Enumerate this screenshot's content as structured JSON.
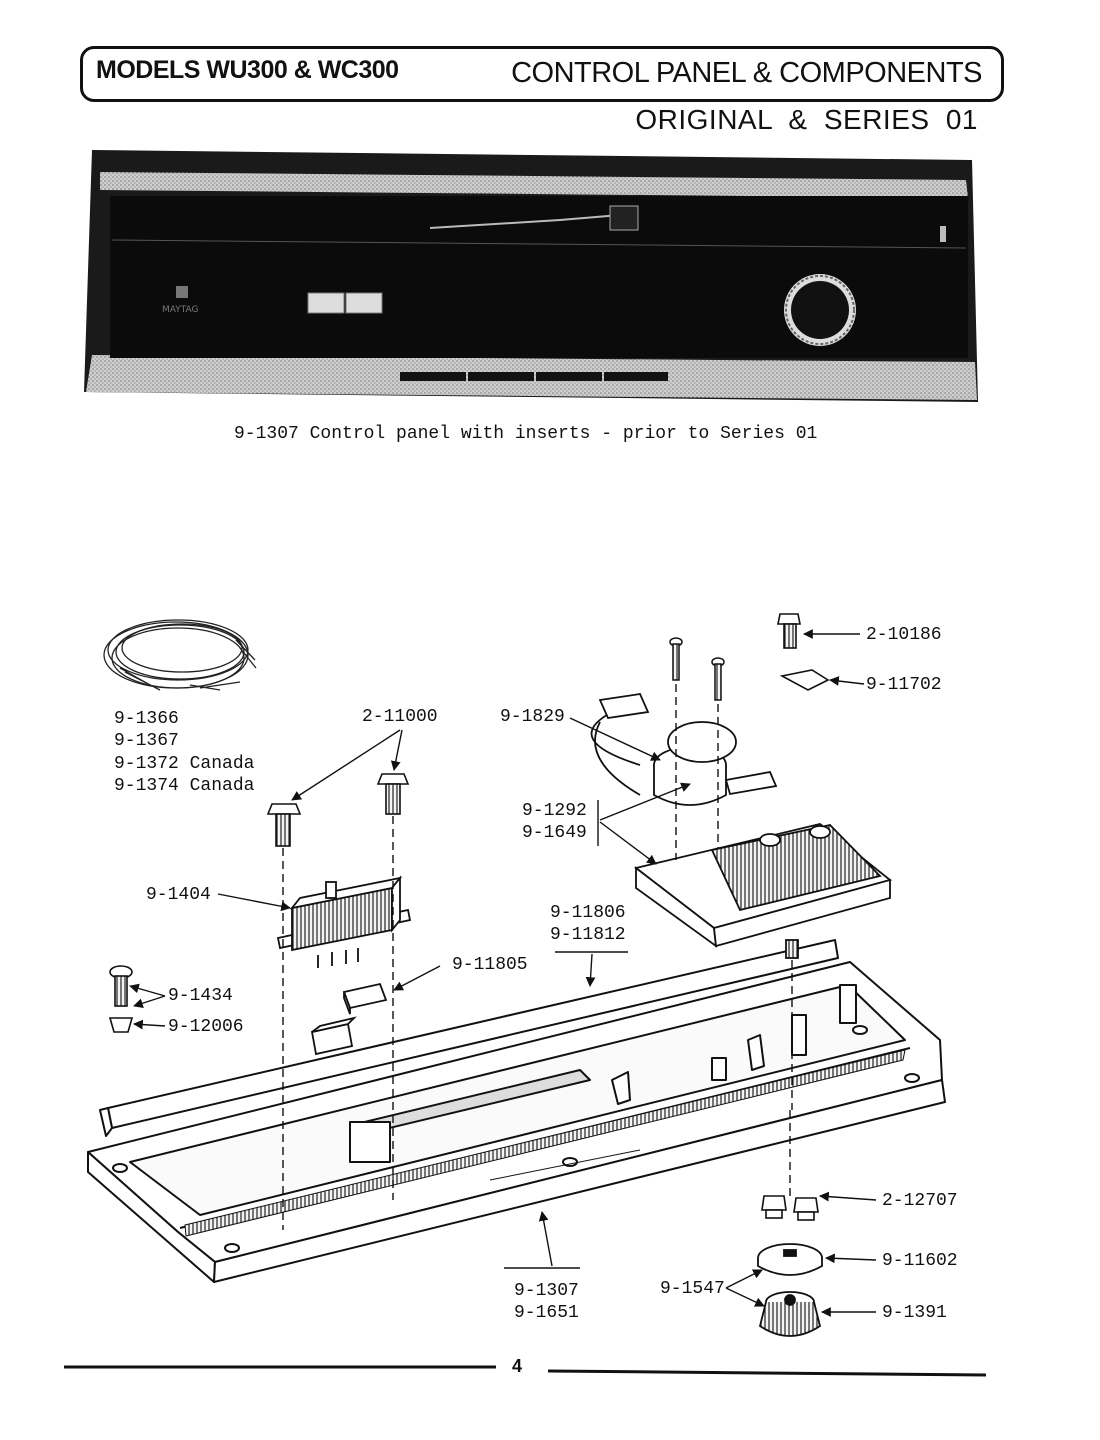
{
  "header": {
    "models": "MODELS WU300 & WC300",
    "title": "CONTROL PANEL & COMPONENTS",
    "series": "ORIGINAL  &  SERIES  01"
  },
  "photo": {
    "caption": "9-1307 Control panel with inserts - prior to Series 01"
  },
  "diagram": {
    "labels": {
      "wire_harness": [
        "9-1366",
        "9-1367",
        "9-1372 Canada",
        "9-1374 Canada"
      ],
      "screws_switch": "2-11000",
      "switch": "9-1404",
      "screw_1434": "9-1434",
      "nut_12006": "9-12006",
      "insert_11805": "9-11805",
      "strip": [
        "9-11806",
        "9-11812"
      ],
      "motor": "9-1829",
      "timer": [
        "9-1292",
        "9-1649"
      ],
      "screw_top": "2-10186",
      "clip": "9-11702",
      "panel": [
        "9-1307",
        "9-1651"
      ],
      "screws_knob": "2-12707",
      "dial": "9-11602",
      "knob_set": "9-1547",
      "knob": "9-1391"
    }
  },
  "footer": {
    "page_number": "4"
  }
}
